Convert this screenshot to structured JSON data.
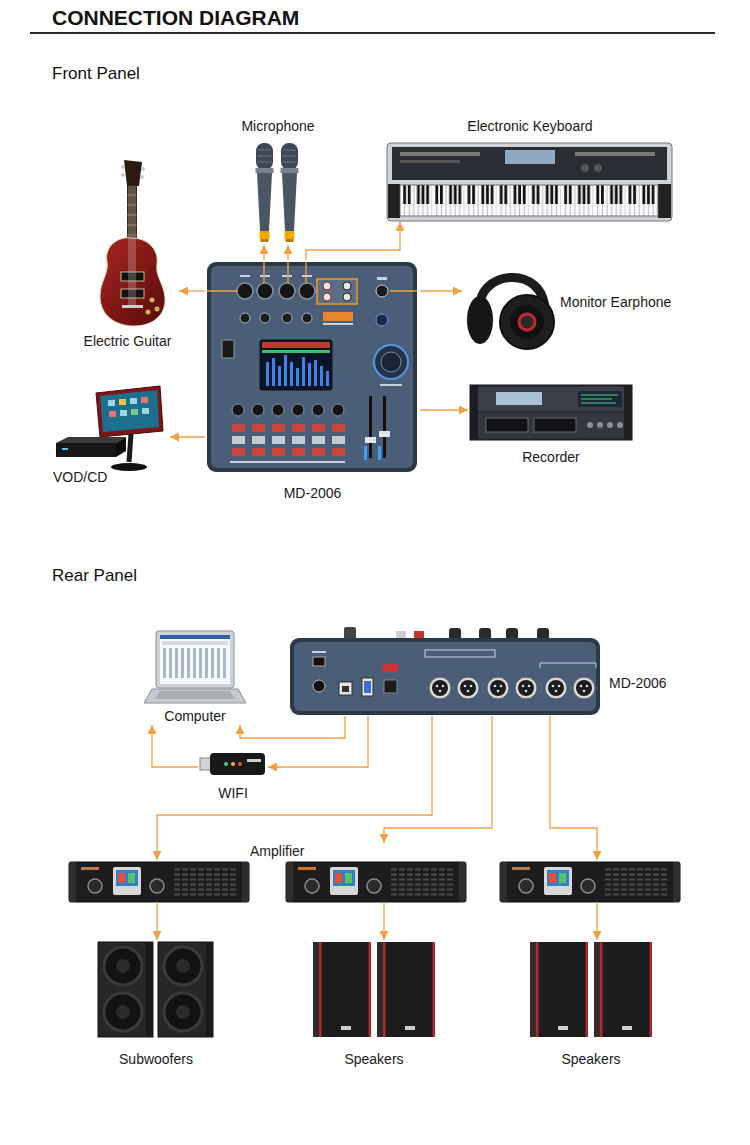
{
  "diagram": {
    "title": "CONNECTION DIAGRAM",
    "nodes": [
      {
        "text": [
          "Microphone"
        ]
      },
      {
        "text": [
          "Electronic Keyboard"
        ]
      },
      {
        "text": [
          "Electric Guitar"
        ]
      },
      {
        "text": [
          "Monitor Earphone"
        ]
      },
      {
        "text": [
          "MD-2006"
        ]
      },
      {
        "text": [
          "VOD/CD"
        ]
      },
      {
        "text": [
          "Recorder"
        ]
      },
      {
        "text": [
          "Computer"
        ]
      },
      {
        "text": [
          "MD-2006"
        ]
      },
      {
        "text": [
          "WIFI"
        ]
      },
      {
        "text": []
      },
      {
        "text": [
          "Amplifier"
        ]
      },
      {
        "text": []
      },
      {
        "text": [
          "Subwoofers"
        ]
      },
      {
        "text": [
          "Speakers"
        ]
      },
      {
        "text": [
          "Speakers"
        ]
      }
    ],
    "edges": [
      {
        "from": 4,
        "to": 0,
        "arrow": "to"
      },
      {
        "from": 4,
        "to": 0,
        "arrow": "to"
      },
      {
        "from": 4,
        "to": 1,
        "arrow": "to"
      },
      {
        "from": 4,
        "to": 2,
        "arrow": "to"
      },
      {
        "from": 4,
        "to": 3,
        "arrow": "to"
      },
      {
        "from": 4,
        "to": 5,
        "arrow": "to"
      },
      {
        "from": 4,
        "to": 6,
        "arrow": "to"
      },
      {
        "from": 8,
        "to": 7,
        "arrow": "to"
      },
      {
        "from": 8,
        "to": 9,
        "arrow": "to"
      },
      {
        "from": 9,
        "to": 7,
        "arrow": "to"
      },
      {
        "from": 8,
        "to": 10,
        "arrow": "to"
      },
      {
        "from": 8,
        "to": 11,
        "arrow": "to"
      },
      {
        "from": 8,
        "to": 12,
        "arrow": "to"
      },
      {
        "from": 10,
        "to": 13,
        "arrow": "to"
      },
      {
        "from": 11,
        "to": 14,
        "arrow": "to"
      },
      {
        "from": 12,
        "to": 15,
        "arrow": "to"
      }
    ],
    "labels": [
      "Front Panel",
      "Rear Panel"
    ]
  }
}
